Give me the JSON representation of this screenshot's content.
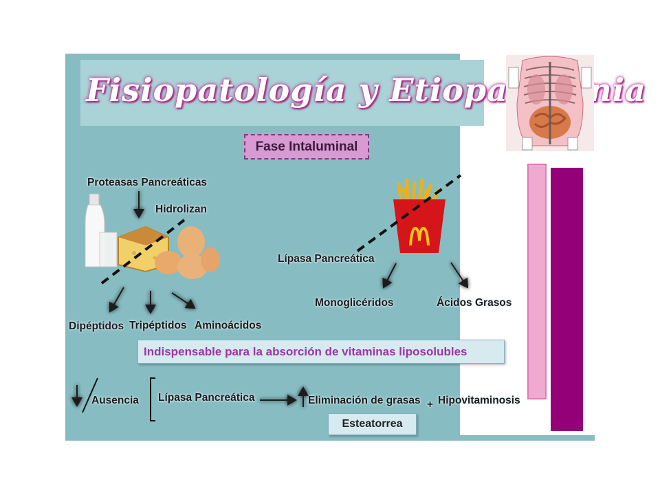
{
  "title": "Fisiopatología y Etiopatogénia",
  "phase": "Fase Intaluminal",
  "protein": {
    "enzyme": "Proteasas Pancreáticas",
    "action": "Hidrolizan",
    "products": [
      "Dipéptidos",
      "Tripéptidos",
      "Aminoácidos"
    ]
  },
  "fat": {
    "enzyme": "Lípasa Pancreática",
    "products": [
      "Monoglicéridos",
      "Ácidos Grasos"
    ]
  },
  "info": "Indispensable para la absorción de vitaminas liposolubles",
  "bottom": {
    "absence": "Ausencia",
    "enzyme": "Lípasa Pancreática",
    "result": "Eliminación de grasas",
    "plus": "+",
    "vitamin": "Hipovitaminosis",
    "diagnosis": "Esteatorrea"
  },
  "icons": [
    "milk-bottle-icon",
    "cheese-icon",
    "eggs-icon",
    "fries-icon",
    "anatomy-torso-icon"
  ],
  "colors": {
    "slide_bg": "#87bcc2",
    "title_glow": "#c0359b",
    "phase_bg": "#d79ad3",
    "info_text": "#9b35a4",
    "bar_pink": "#f0a9d0",
    "bar_magenta": "#930077"
  }
}
